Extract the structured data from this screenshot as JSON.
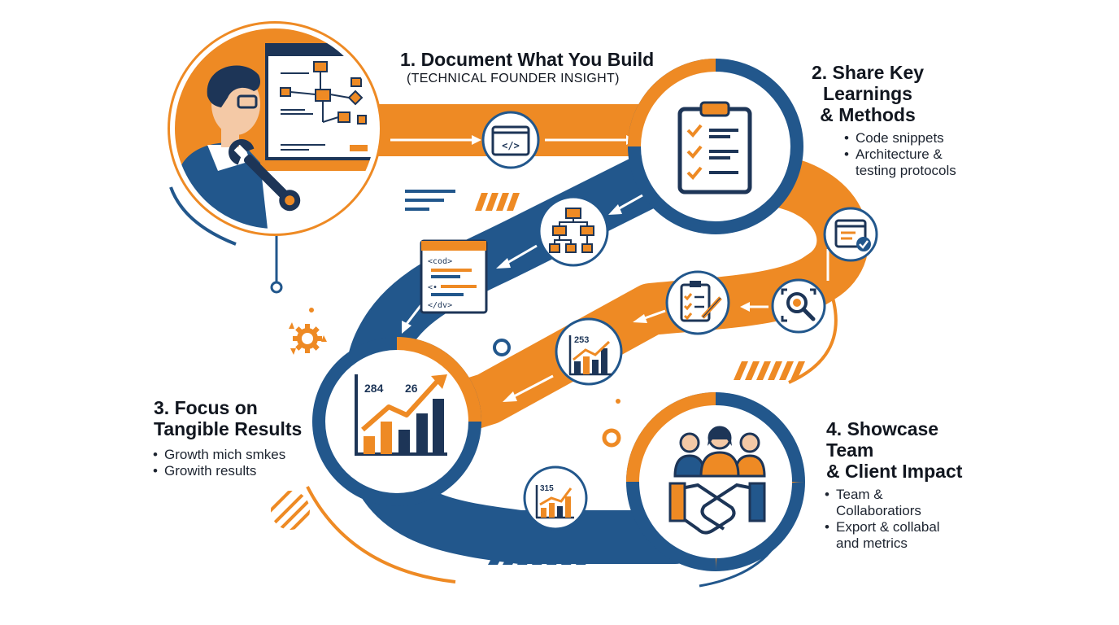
{
  "steps": [
    {
      "title": "1. Document What You Build",
      "subtitle": "(TECHNICAL FOUNDER INSIGHT)"
    },
    {
      "title_lines": [
        "2. Share Key",
        "Learnings",
        "& Methods"
      ],
      "bullets": [
        "Code snippets",
        "Architecture &",
        "testing protocols"
      ]
    },
    {
      "title_lines": [
        "3. Focus on",
        "Tangible Results"
      ],
      "bullets": [
        "Growth mich smkes",
        "Growith results"
      ]
    },
    {
      "title_lines": [
        "4. Showcase",
        "Team",
        "& Client Impact"
      ],
      "bullets": [
        "Team &",
        "Collaboratiors",
        "Export & collabal",
        "and metrics"
      ]
    }
  ],
  "code_card": [
    "<cod>",
    "<•",
    "</dv>"
  ],
  "chart_numbers": {
    "big_chart_a": "284",
    "big_chart_b": "26",
    "small_chart": "253",
    "bottom_chart": "315"
  },
  "colors": {
    "orange": "#EE8A24",
    "blue": "#22578C",
    "dark": "#1D3557"
  },
  "icons": [
    "code-window-icon",
    "clipboard-checklist-icon",
    "flowchart-icon",
    "code-card-icon",
    "checklist-window-icon",
    "magnifier-icon",
    "clipboard-pencil-icon",
    "bar-chart-icon",
    "team-icon",
    "handshake-icon",
    "gear-icon",
    "wrench-icon"
  ]
}
